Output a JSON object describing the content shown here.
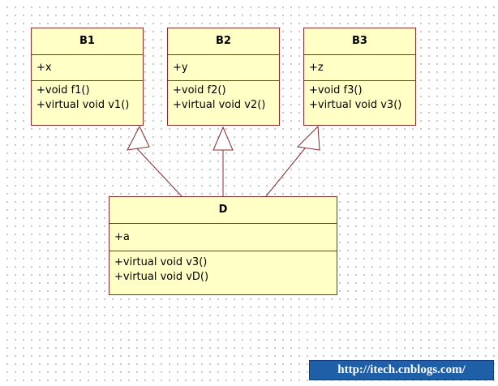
{
  "classes": [
    {
      "id": "b1",
      "name": "B1",
      "attributes": [
        "+x"
      ],
      "operations": [
        "+void f1()",
        "+virtual void v1()"
      ]
    },
    {
      "id": "b2",
      "name": "B2",
      "attributes": [
        "+y"
      ],
      "operations": [
        "+void f2()",
        "+virtual void v2()"
      ]
    },
    {
      "id": "b3",
      "name": "B3",
      "attributes": [
        "+z"
      ],
      "operations": [
        "+void f3()",
        "+virtual void v3()"
      ]
    },
    {
      "id": "d",
      "name": "D",
      "attributes": [
        "+a"
      ],
      "operations": [
        "+virtual void v3()",
        "+virtual void vD()"
      ]
    }
  ],
  "relationships": [
    {
      "type": "generalization",
      "from": "D",
      "to": "B1"
    },
    {
      "type": "generalization",
      "from": "D",
      "to": "B2"
    },
    {
      "type": "generalization",
      "from": "D",
      "to": "B3"
    }
  ],
  "colors": {
    "class_fill": "#ffffc6",
    "class_border": "#8b2b2b",
    "watermark_bg": "#1f5fa8"
  },
  "watermark": "http://itech.cnblogs.com/"
}
